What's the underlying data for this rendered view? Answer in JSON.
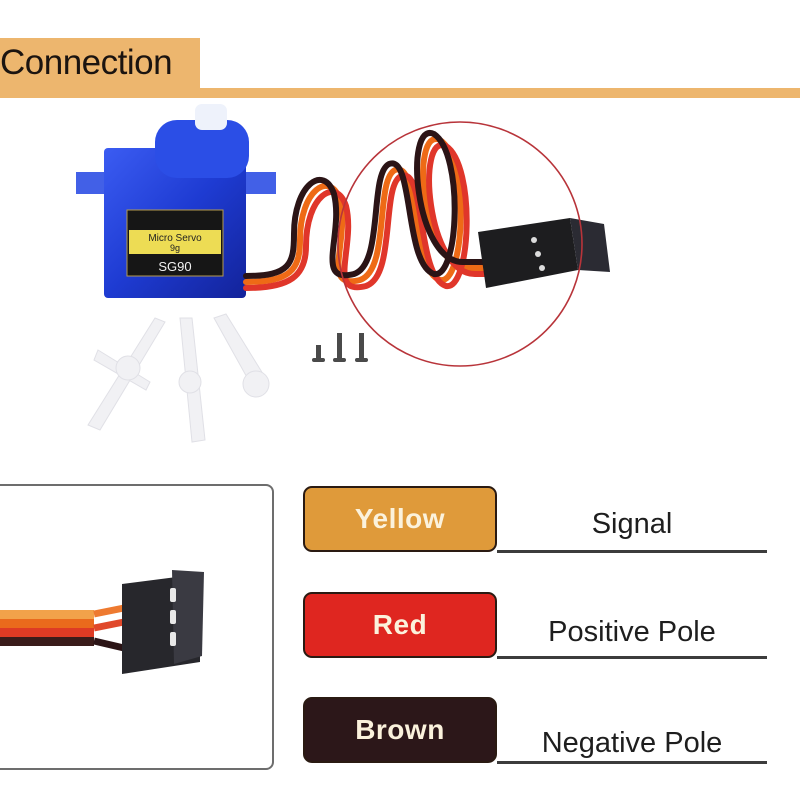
{
  "header": {
    "title": "Connection",
    "accent_color": "#edb66e"
  },
  "servo": {
    "label_top": "Micro Servo",
    "label_sub": "9g",
    "model": "SG90",
    "body_color": "#1f3fd0"
  },
  "legend": {
    "rows": [
      {
        "color_name": "Yellow",
        "swatch_color": "#df9a3a",
        "function": "Signal"
      },
      {
        "color_name": "Red",
        "swatch_color": "#df2620",
        "function": "Positive Pole"
      },
      {
        "color_name": "Brown",
        "swatch_color": "#2c1719",
        "function": "Negative Pole"
      }
    ]
  }
}
